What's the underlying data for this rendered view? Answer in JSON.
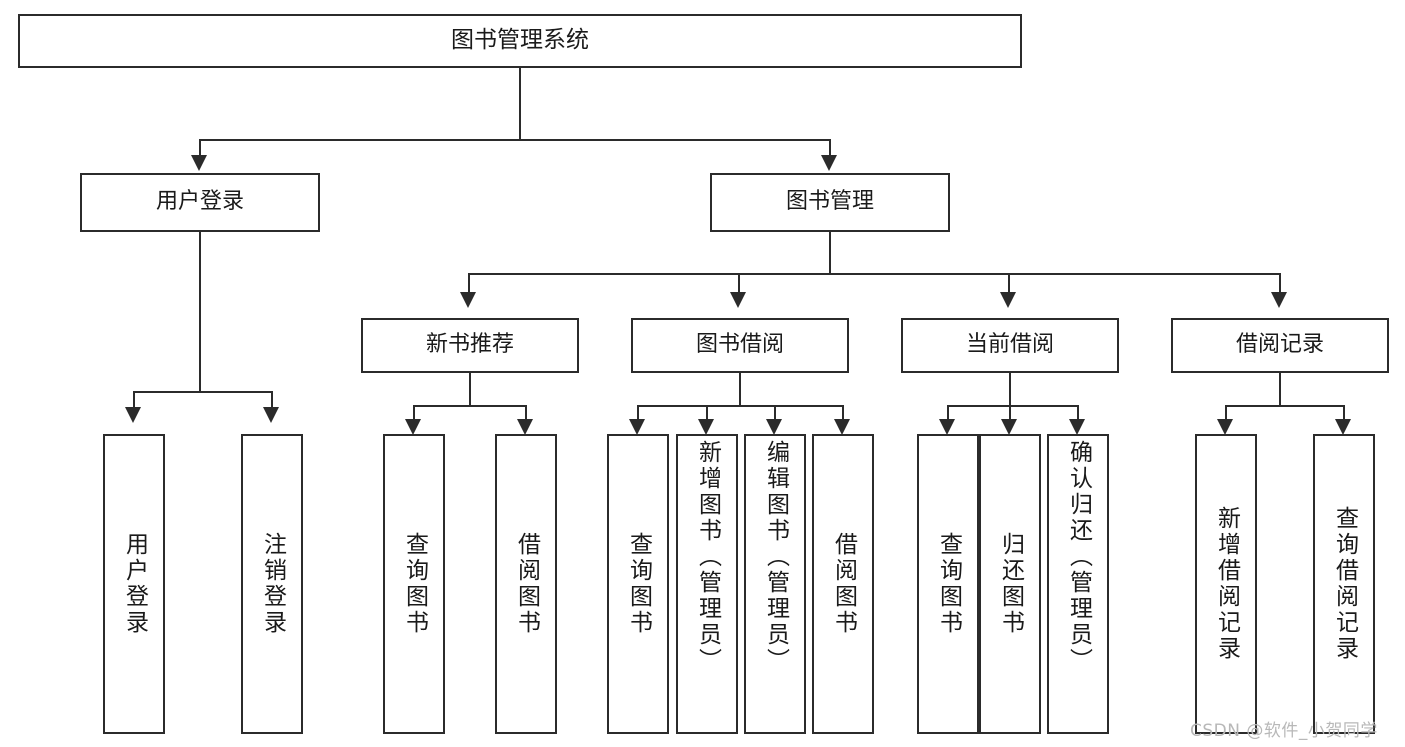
{
  "diagram": {
    "title": "图书管理系统",
    "type": "tree",
    "watermark": "CSDN @软件_小贺同学",
    "colors": {
      "stroke": "#2b2b2b",
      "fill": "#ffffff",
      "text": "#1a1a1a",
      "watermark": "#b8b8b8"
    },
    "root": {
      "label": "图书管理系统"
    },
    "level1": [
      {
        "label": "用户登录"
      },
      {
        "label": "图书管理"
      }
    ],
    "level2": [
      {
        "label": "新书推荐"
      },
      {
        "label": "图书借阅"
      },
      {
        "label": "当前借阅"
      },
      {
        "label": "借阅记录"
      }
    ],
    "leaves": {
      "user_login": [
        {
          "label": "用户登录"
        },
        {
          "label": "注销登录"
        }
      ],
      "new_book_recommend": [
        {
          "label": "查询图书"
        },
        {
          "label": "借阅图书"
        }
      ],
      "book_borrow": [
        {
          "label": "查询图书"
        },
        {
          "label": "新增图书（管理员）"
        },
        {
          "label": "编辑图书（管理员）"
        },
        {
          "label": "借阅图书"
        }
      ],
      "current_borrow": [
        {
          "label": "查询图书"
        },
        {
          "label": "归还图书"
        },
        {
          "label": "确认归还（管理员）"
        }
      ],
      "borrow_record": [
        {
          "label": "新增借阅记录"
        },
        {
          "label": "查询借阅记录"
        }
      ]
    }
  }
}
